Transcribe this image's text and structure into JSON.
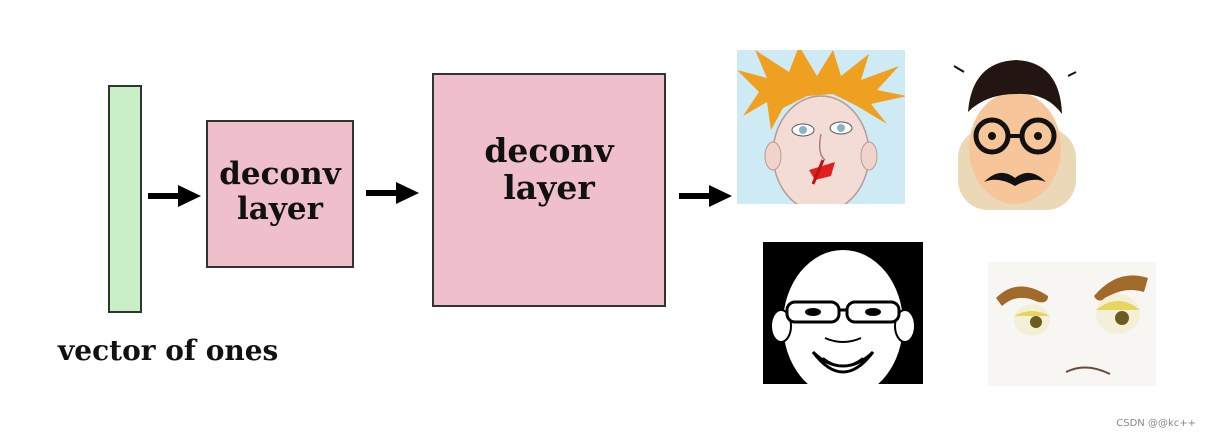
{
  "nodes": {
    "vector_label": "vector of ones",
    "deconv_1": {
      "line1": "deconv",
      "line2": "layer"
    },
    "deconv_2": {
      "line1": "deconv",
      "line2": "layer"
    }
  },
  "colors": {
    "vector_fill": "#c9efc6",
    "deconv_fill": "#efbfcb",
    "outline": "#333333",
    "arrow": "#000000"
  },
  "output_images": [
    {
      "name": "cartoon-face-orange-hair"
    },
    {
      "name": "cartoon-face-glasses-mustache"
    },
    {
      "name": "cartoon-face-bald-glasses"
    },
    {
      "name": "cartoon-eyes-frown"
    }
  ],
  "watermark": "CSDN @@kc++"
}
